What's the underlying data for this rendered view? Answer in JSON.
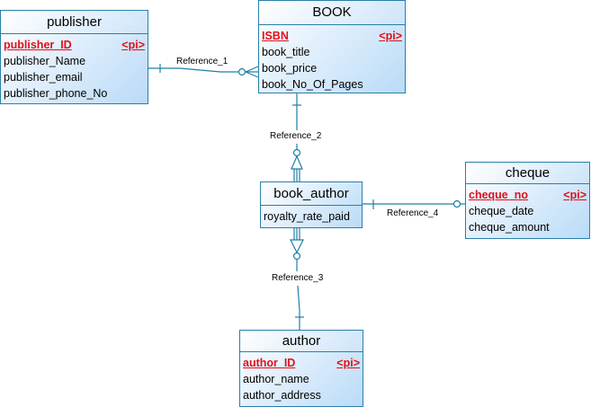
{
  "entities": {
    "publisher": {
      "name": "publisher",
      "pk": "publisher_ID",
      "pk_tag": "<pi>",
      "attributes": [
        "publisher_Name",
        "publisher_email",
        "publisher_phone_No"
      ]
    },
    "book": {
      "name": "BOOK",
      "pk": "ISBN",
      "pk_tag": "<pi>",
      "attributes": [
        "book_title",
        "book_price",
        "book_No_Of_Pages"
      ]
    },
    "book_author": {
      "name": "book_author",
      "attributes": [
        "royalty_rate_paid"
      ]
    },
    "cheque": {
      "name": "cheque",
      "pk": "cheque_no",
      "pk_tag": "<pi>",
      "attributes": [
        "cheque_date",
        "cheque_amount"
      ]
    },
    "author": {
      "name": "author",
      "pk": "author_ID",
      "pk_tag": "<pi>",
      "attributes": [
        "author_name",
        "author_address"
      ]
    }
  },
  "references": [
    {
      "name": "Reference_1",
      "from": "publisher",
      "to": "BOOK"
    },
    {
      "name": "Reference_2",
      "from": "BOOK",
      "to": "book_author"
    },
    {
      "name": "Reference_3",
      "from": "author",
      "to": "book_author"
    },
    {
      "name": "Reference_4",
      "from": "book_author",
      "to": "cheque"
    }
  ],
  "colors": {
    "border": "#2b7fa8",
    "pk_text": "#e0101b",
    "line": "#1f7fa6"
  }
}
